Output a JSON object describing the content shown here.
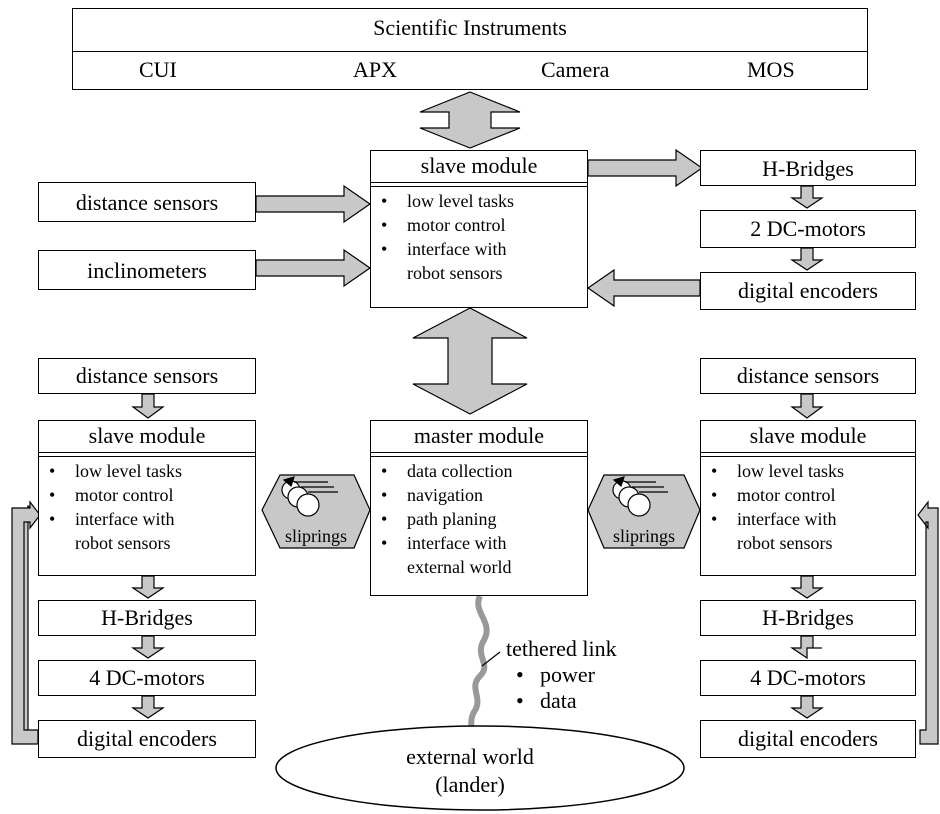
{
  "instruments": {
    "title": "Scientific Instruments",
    "items": [
      "CUI",
      "APX",
      "Camera",
      "MOS"
    ]
  },
  "slave_top": {
    "title": "slave module",
    "items": [
      "low level tasks",
      "motor control",
      "interface with",
      "robot sensors"
    ]
  },
  "slave_left": {
    "title": "slave module",
    "items": [
      "low level tasks",
      "motor control",
      "interface with",
      "robot sensors"
    ]
  },
  "slave_right": {
    "title": "slave module",
    "items": [
      "low level tasks",
      "motor control",
      "interface with",
      "robot sensors"
    ]
  },
  "master": {
    "title": "master module",
    "items": [
      "data collection",
      "navigation",
      "path planing",
      "interface with",
      "external world"
    ]
  },
  "top_left": {
    "distance_sensors": "distance sensors",
    "inclinometers": "inclinometers"
  },
  "top_right": {
    "h_bridges": "H-Bridges",
    "motors": "2 DC-motors",
    "encoders": "digital encoders"
  },
  "left_column": {
    "distance_sensors": "distance sensors",
    "h_bridges": "H-Bridges",
    "motors": "4 DC-motors",
    "encoders": "digital encoders"
  },
  "right_column": {
    "distance_sensors": "distance sensors",
    "h_bridges": "H-Bridges",
    "motors": "4 DC-motors",
    "encoders": "digital encoders"
  },
  "sliprings_left": "sliprings",
  "sliprings_right": "sliprings",
  "tether": {
    "title": "tethered link",
    "items": [
      "power",
      "data"
    ]
  },
  "external_world": {
    "line1": "external world",
    "line2": "(lander)"
  },
  "colors": {
    "arrow_fill": "#c8c8c8",
    "hexagon_fill": "#c8c8c8",
    "tether": "#999999",
    "stroke": "#000000"
  }
}
